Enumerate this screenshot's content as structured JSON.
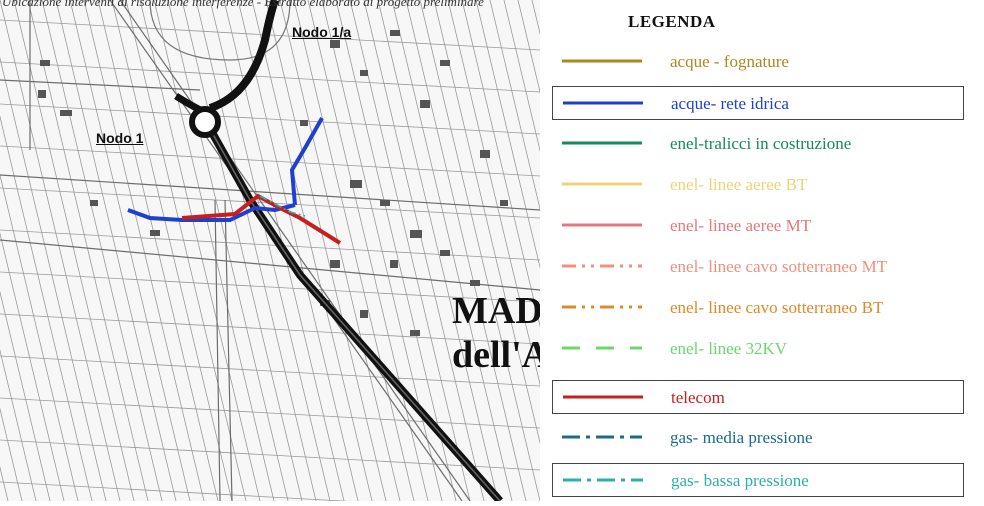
{
  "caption": "Ubicazione interventi di risoluzione interferenze - Estratto elaborato di progetto preliminare",
  "map": {
    "nodes": [
      {
        "id": "nodo-1a",
        "label": "Nodo 1/a"
      },
      {
        "id": "nodo-1",
        "label": "Nodo 1"
      }
    ],
    "town_label_lines": [
      "MAD",
      "dell'A"
    ]
  },
  "legend": {
    "title": "LEGENDA",
    "items": [
      {
        "label": "acque - fognature",
        "color": "#a88a1e",
        "style": "solid",
        "boxed": false
      },
      {
        "label": "acque- rete idrica",
        "color": "#1f3fd0",
        "style": "solid",
        "boxed": true
      },
      {
        "label": "enel-tralicci in costruzione",
        "color": "#178a5a",
        "style": "solid",
        "boxed": false
      },
      {
        "label": "enel- linee aeree BT",
        "color": "#f0d27a",
        "style": "solid",
        "boxed": false
      },
      {
        "label": "enel- linee aeree MT",
        "color": "#e87878",
        "style": "solid",
        "boxed": false
      },
      {
        "label": "enel- linee cavo sotterraneo MT",
        "color": "#f0907a",
        "style": "dashdotdot",
        "boxed": false
      },
      {
        "label": "enel- linee cavo sotterraneo BT",
        "color": "#e08a28",
        "style": "dashdotdot",
        "boxed": false
      },
      {
        "label": "enel- linee 32KV",
        "color": "#6ad86a",
        "style": "dashed",
        "boxed": false
      },
      {
        "label": "telecom",
        "color": "#c81e1e",
        "style": "solid",
        "boxed": true
      },
      {
        "label": "gas- media pressione",
        "color": "#1f6a8a",
        "style": "dashdot",
        "boxed": false
      },
      {
        "label": "gas- bassa pressione",
        "color": "#2ab0a8",
        "style": "dashdot",
        "boxed": true
      }
    ]
  }
}
